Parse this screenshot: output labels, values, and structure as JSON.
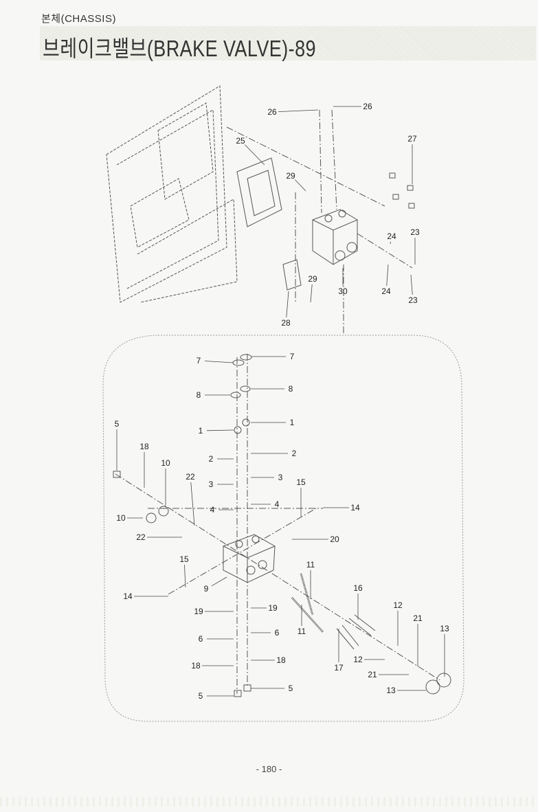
{
  "header": {
    "section": "본체(CHASSIS)",
    "title": "브레이크밸브(BRAKE VALVE)-89"
  },
  "callouts": [
    "26",
    "26",
    "27",
    "25",
    "29",
    "24",
    "23",
    "30",
    "24",
    "23",
    "29",
    "28",
    "7",
    "7",
    "8",
    "8",
    "5",
    "1",
    "1",
    "18",
    "2",
    "2",
    "10",
    "22",
    "3",
    "3",
    "15",
    "4",
    "4",
    "14",
    "10",
    "22",
    "20",
    "15",
    "11",
    "9",
    "14",
    "16",
    "19",
    "19",
    "12",
    "21",
    "13",
    "11",
    "6",
    "6",
    "17",
    "18",
    "18",
    "12",
    "21",
    "5",
    "5",
    "13"
  ],
  "footer": {
    "page_number": "- 180 -"
  }
}
